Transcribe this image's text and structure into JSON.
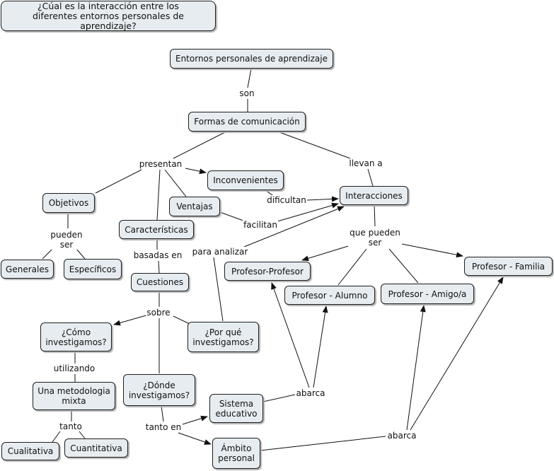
{
  "question": "¿Cúal es la interacción entre los\ndiferentes entornos personales de aprendizaje?",
  "nodes": {
    "epa": "Entornos personales de aprendizaje",
    "formas": "Formas de comunicación",
    "inconvenientes": "Inconvenientes",
    "interacciones": "Interacciones",
    "objetivos": "Objetivos",
    "ventajas": "Ventajas",
    "caracteristicas": "Características",
    "generales": "Generales",
    "especificos": "Específicos",
    "prof_prof": "Profesor-Profesor",
    "prof_familia": "Profesor - Familia",
    "prof_alumno": "Profesor - Alumno",
    "prof_amigo": "Profesor - Amigo/a",
    "cuestiones": "Cuestiones",
    "como": "¿Cómo\ninvestigamos?",
    "porque": "¿Por qué\ninvestigamos?",
    "metodologia": "Una metodologia\nmixta",
    "donde": "¿Dónde\ninvestigamos?",
    "sistema": "Sistema\neducativo",
    "cualitativa": "Cualitativa",
    "cuantitativa": "Cuantitativa",
    "ambito": "Ámbito\npersonal"
  },
  "links": {
    "son": "son",
    "presentan": "presentan",
    "llevan": "llevan a",
    "dificultan": "dificultan",
    "facilitan": "facilitan",
    "pueden_ser": "pueden\nser",
    "basadas": "basadas en",
    "para_analizar": "para analizar",
    "que_pueden": "que pueden\nser",
    "sobre": "sobre",
    "utilizando": "utilizando",
    "abarca1": "abarca",
    "tanto": "tanto",
    "tanto_en": "tanto en",
    "abarca2": "abarca"
  }
}
